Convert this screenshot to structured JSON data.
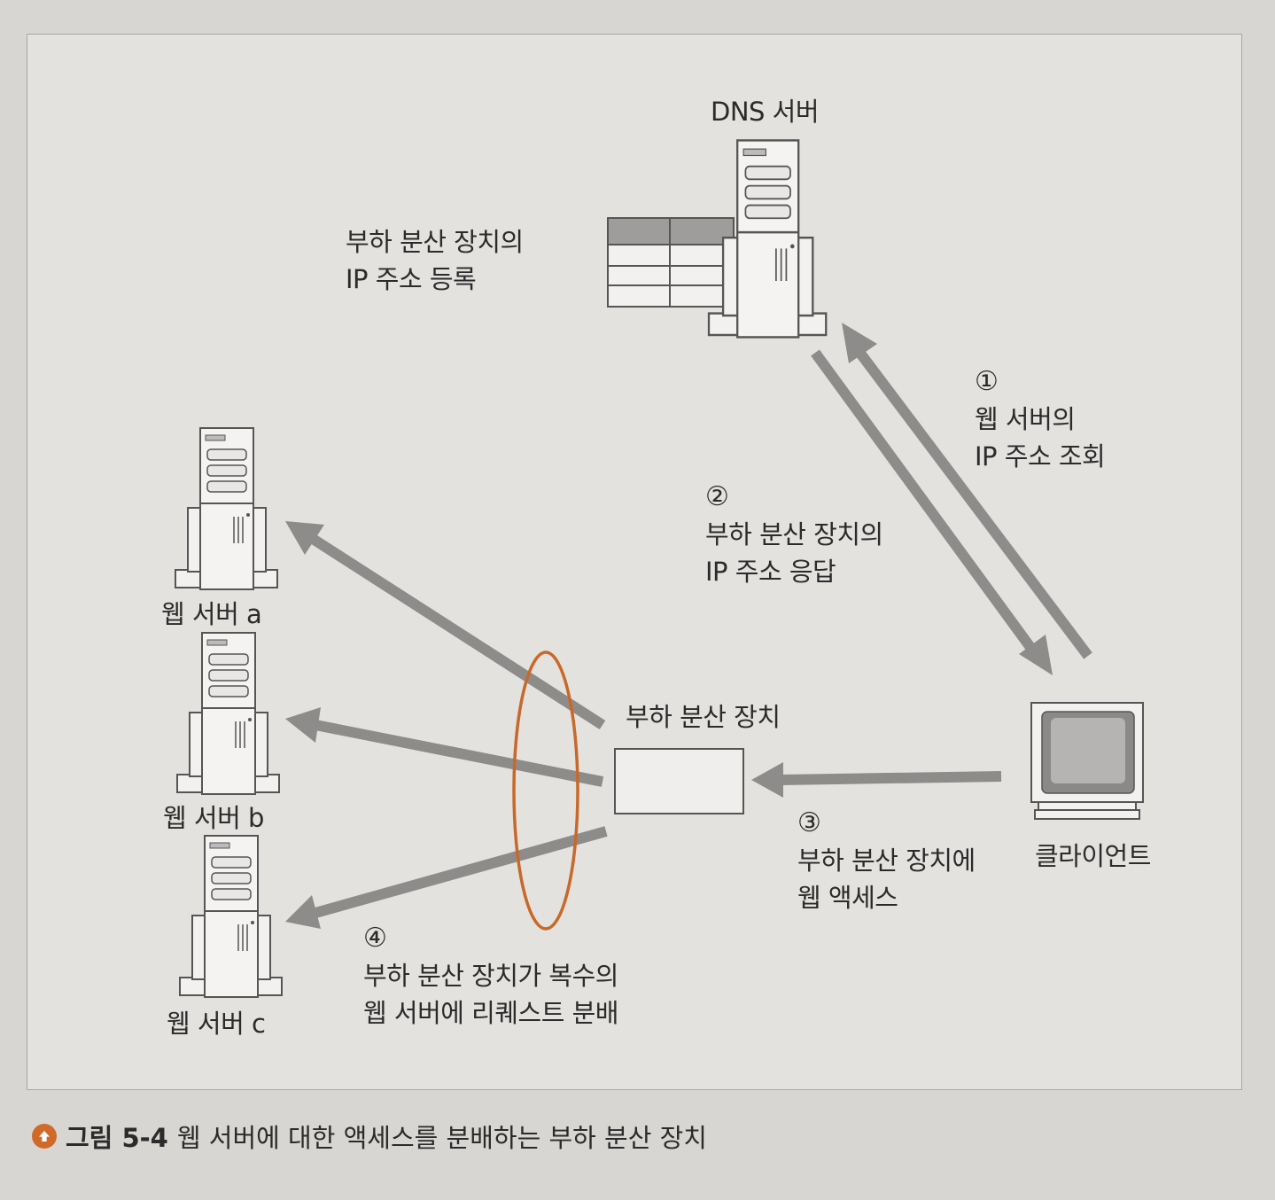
{
  "nodes": {
    "dns_server": "DNS 서버",
    "web_server_a": "웹 서버 a",
    "web_server_b": "웹 서버 b",
    "web_server_c": "웹 서버 c",
    "load_balancer": "부하 분산 장치",
    "client": "클라이언트"
  },
  "annotations": {
    "register": {
      "line1": "부하 분산 장치의",
      "line2": "IP 주소 등록"
    },
    "step1": {
      "num": "①",
      "line1": "웹 서버의",
      "line2": "IP 주소 조회"
    },
    "step2": {
      "num": "②",
      "line1": "부하 분산 장치의",
      "line2": "IP 주소 응답"
    },
    "step3": {
      "num": "③",
      "line1": "부하 분산 장치에",
      "line2": "웹 액세스"
    },
    "step4": {
      "num": "④",
      "line1": "부하 분산 장치가 복수의",
      "line2": "웹 서버에 리퀘스트 분배"
    }
  },
  "caption": {
    "title": "그림 5-4",
    "text": "웹 서버에 대한 액세스를 분배하는 부하 분산 장치"
  },
  "colors": {
    "arrow": "#8d8c8a",
    "highlight": "#c8692a",
    "background": "#e4e2df"
  }
}
